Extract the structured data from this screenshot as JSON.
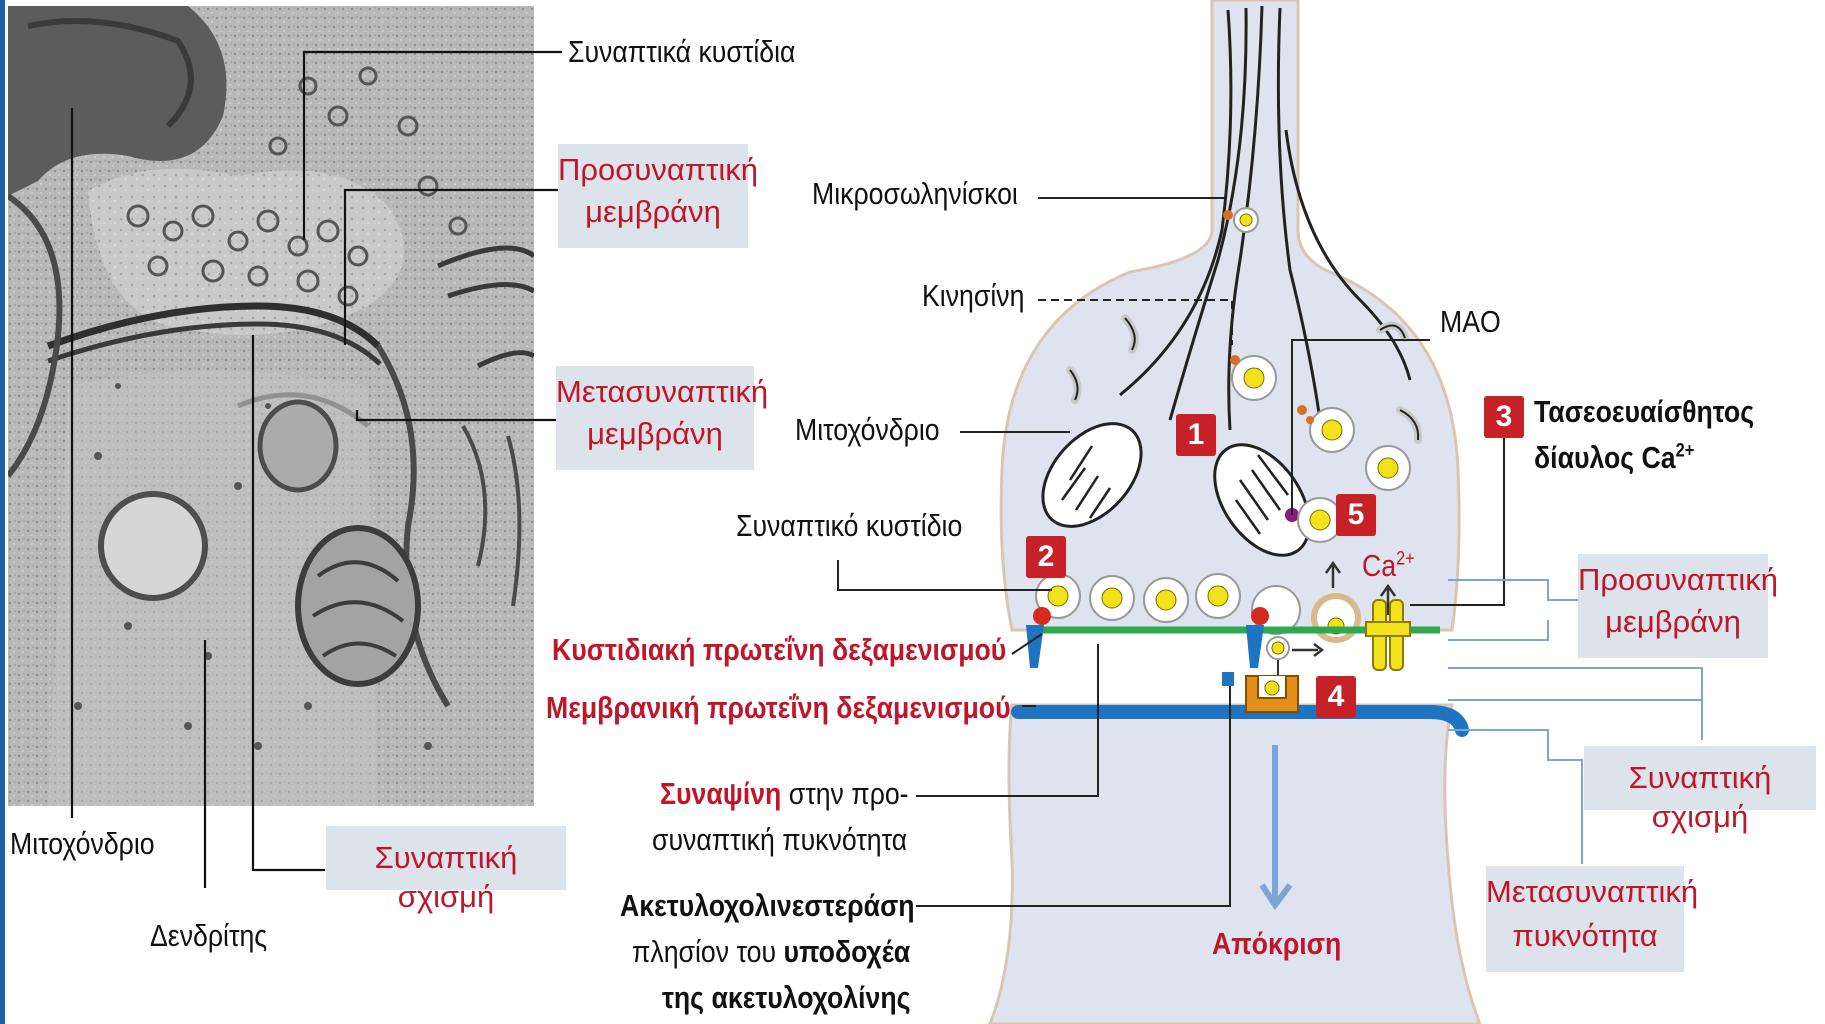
{
  "left_panel": {
    "synaptic_vesicles": "Συναπτικά κυστίδια",
    "presynaptic_membrane": [
      "Προσυναπτική",
      "μεμβράνη"
    ],
    "postsynaptic_membrane": [
      "Μετασυναπτική",
      "μεμβράνη"
    ],
    "synaptic_cleft": "Συναπτική σχισμή",
    "mitochondrion": "Μιτοχόνδριο",
    "dendrite": "Δενδρίτης"
  },
  "right_panel": {
    "microtubules": "Μικροσωληνίσκοι",
    "kinesin": "Κινησίνη",
    "mao": "MAO",
    "mitochondrion": "Μιτοχόνδριο",
    "synaptic_vesicle": "Συναπτικό κυστίδιο",
    "voltage_channel": [
      "Τασεοευαίσθητος",
      "δίαυλος Ca"
    ],
    "voltage_channel_sup": "2+",
    "ca_ion": "Ca",
    "ca_ion_sup": "2+",
    "vesicle_docking_protein": "Κυστιδιακή πρωτεΐνη δεξαμενισμού",
    "membrane_docking_protein": "Μεμβρανική πρωτεΐνη δεξαμενισμού",
    "synapsin_bold": "Συναψίνη",
    "synapsin_rest": " στην προ-",
    "synapsin_line2": "συναπτική πυκνότητα",
    "ache_bold": "Ακετυλοχολινεστεράση",
    "ache_line2_normal": "πλησίον του ",
    "ache_line2_bold": "υποδοχέα",
    "ache_line3": "της ακετυλοχολίνης",
    "response": "Απόκριση",
    "presynaptic_membrane": [
      "Προσυναπτική",
      "μεμβράνη"
    ],
    "synaptic_cleft": "Συναπτική σχισμή",
    "postsynaptic_density": [
      "Μετασυναπτική",
      "πυκνότητα"
    ],
    "steps": [
      "1",
      "2",
      "3",
      "4",
      "5"
    ]
  },
  "colors": {
    "label_red": "#c0162a",
    "step_badge": "#c62127",
    "cytoplasm": "#dfe3ef",
    "membrane_green": "#2fa84f",
    "postsynaptic_blue": "#1f74c2",
    "channel_yellow": "#f2e21c",
    "label_box": "#dde3ea"
  }
}
